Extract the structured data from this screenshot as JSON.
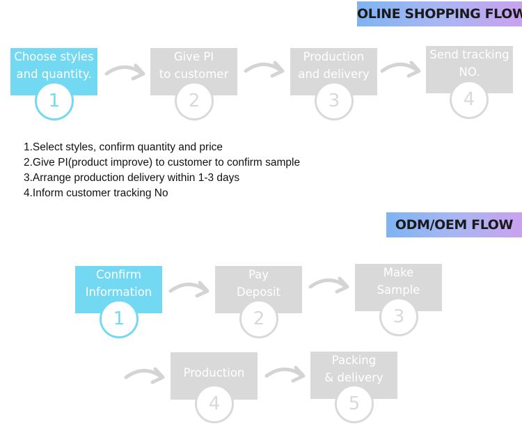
{
  "online_flow": {
    "title": "OLINE SHOPPING FLOW",
    "steps": [
      {
        "lines": [
          "Choose styles",
          "and quantity."
        ],
        "number": "1"
      },
      {
        "lines": [
          "Give PI",
          "to customer"
        ],
        "number": "2"
      },
      {
        "lines": [
          "Production",
          "and delivery"
        ],
        "number": "3"
      },
      {
        "lines": [
          "Send tracking",
          "NO."
        ],
        "number": "4"
      }
    ],
    "notes": [
      "1.Select styles, confirm quantity and price",
      "2.Give PI(product improve) to customer to confirm sample",
      "3.Arrange production delivery within 1-3 days",
      "4.Inform customer tracking No"
    ]
  },
  "odm_flow": {
    "title": "ODM/OEM FLOW",
    "steps": [
      {
        "lines": [
          "Confirm",
          "Information"
        ],
        "number": "1"
      },
      {
        "lines": [
          "Pay",
          "Deposit"
        ],
        "number": "2"
      },
      {
        "lines": [
          "Make",
          "Sample"
        ],
        "number": "3"
      },
      {
        "lines": [
          "Production"
        ],
        "number": "4"
      },
      {
        "lines": [
          "Packing",
          "& delivery"
        ],
        "number": "5"
      }
    ]
  },
  "colors": {
    "active": "#73d9f2",
    "inactive": "#d9d9d9",
    "banner_gradient": [
      "#7fb3f2",
      "#caa1ef"
    ]
  },
  "icons": {
    "connector": "curved-arrow-icon"
  }
}
